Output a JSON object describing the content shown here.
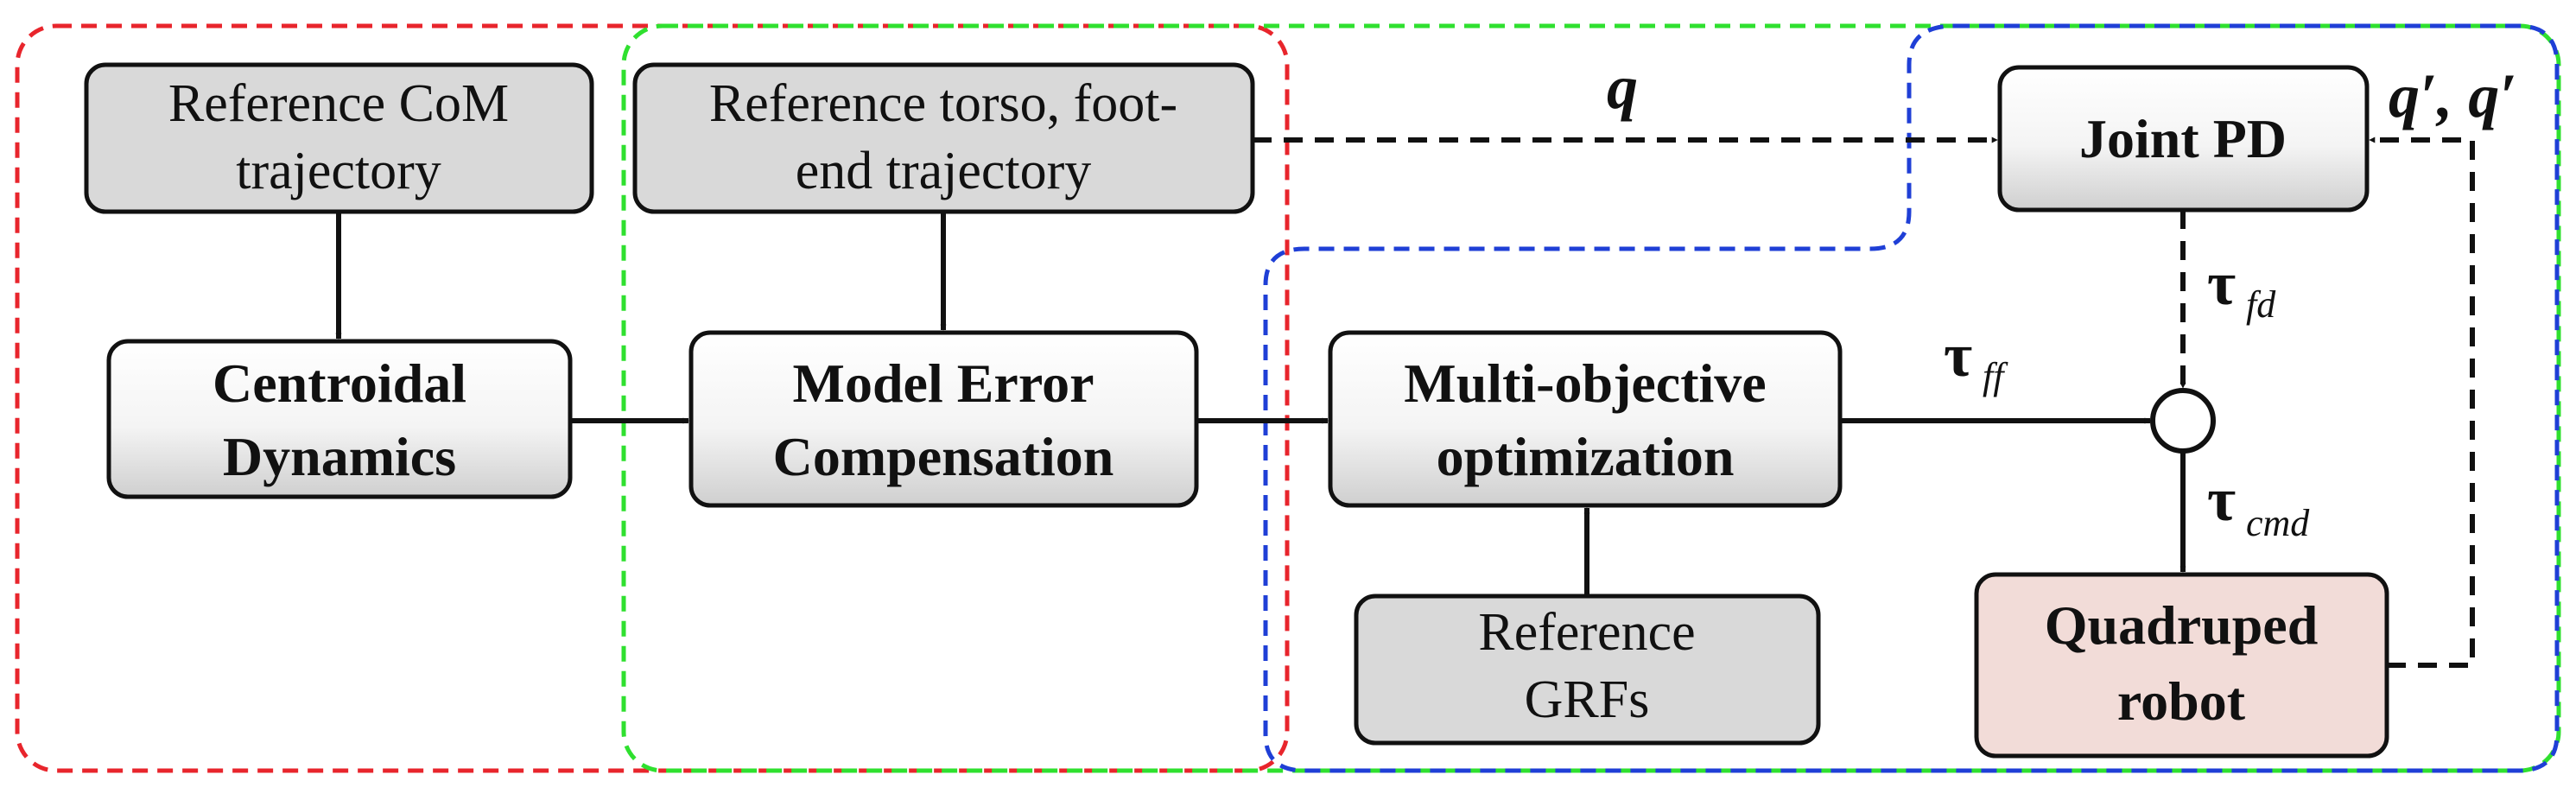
{
  "colors": {
    "region_red": "#e8252c",
    "region_green": "#2fe02f",
    "region_blue": "#1f3fd6",
    "reference_fill": "#d9d9d9",
    "robot_fill": "#f2dcd8",
    "stroke": "#111111"
  },
  "blocks": {
    "ref_com_line1": "Reference CoM",
    "ref_com_line2": "trajectory",
    "ref_torso_line1": "Reference torso, foot-",
    "ref_torso_line2": "end trajectory",
    "centroidal_line1": "Centroidal",
    "centroidal_line2": "Dynamics",
    "model_error_line1": "Model Error",
    "model_error_line2": "Compensation",
    "multi_obj_line1": "Multi-objective",
    "multi_obj_line2": "optimization",
    "ref_grfs_line1": "Reference",
    "ref_grfs_line2": "GRFs",
    "joint_pd": "Joint PD",
    "quadruped_line1": "Quadruped",
    "quadruped_line2": "robot"
  },
  "signals": {
    "q": "q",
    "q_feedback": "q′, q′",
    "tau": "τ",
    "tau_fd_sub": "fd",
    "tau_ff_sub": "ff",
    "tau_cmd_sub": "cmd"
  }
}
